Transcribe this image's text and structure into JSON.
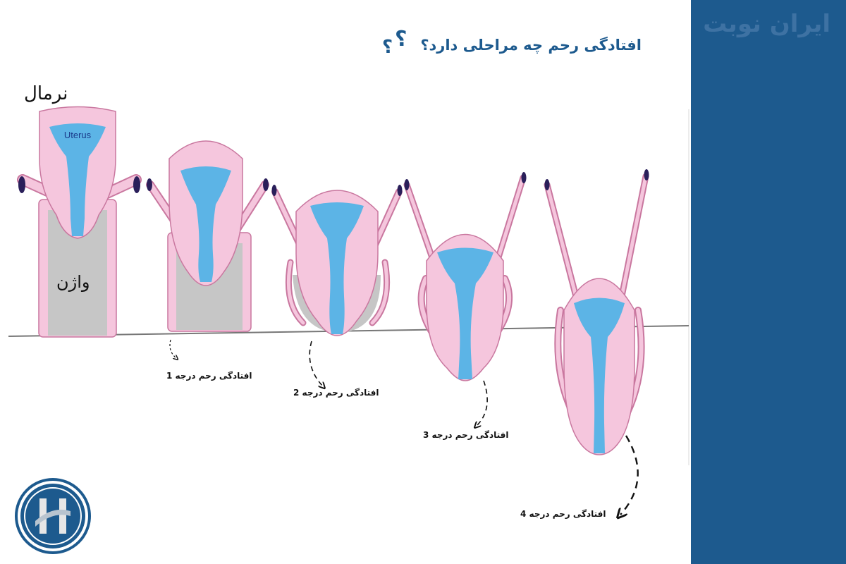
{
  "brand": "ایران نوبت",
  "title": "افتادگی رحم چه مراحلی دارد؟",
  "question_marks": [
    "؟",
    "؟"
  ],
  "labels": {
    "normal": "نرمال",
    "vagina": "واژن",
    "uterus": "Uterus"
  },
  "stages": [
    "افتادگی رحم درجه 1",
    "افتادگی رحم درجه 2",
    "افتادگی رحم درجه 3",
    "افتادگی رحم درجه 4"
  ],
  "colors": {
    "sidebar": "#1d5a8e",
    "title": "#1d5a8e",
    "uterus_wall": "#f5c6dd",
    "uterus_outline": "#c9779f",
    "cavity": "#5cb4e6",
    "vagina": "#c6c6c6",
    "tube_tip": "#2a1f5a"
  }
}
